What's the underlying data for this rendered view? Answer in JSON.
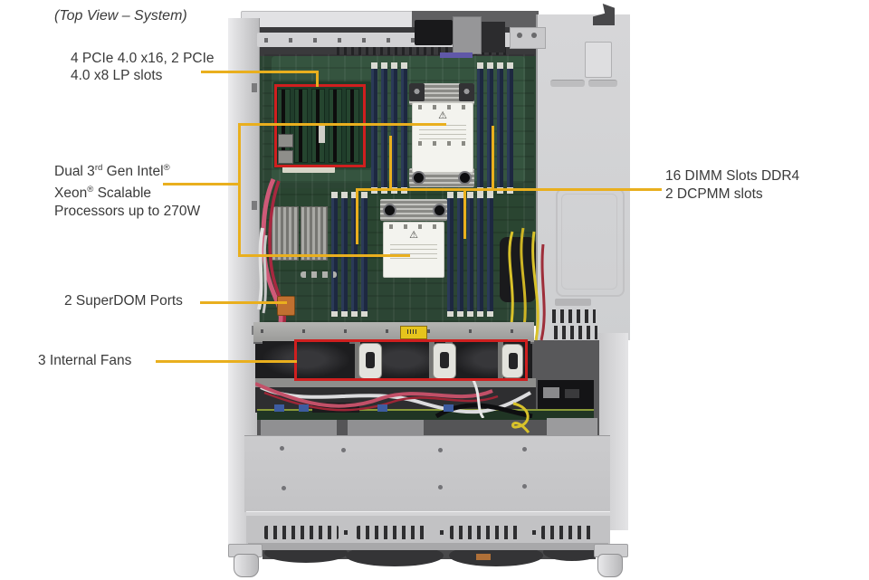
{
  "colors": {
    "page_bg": "#ffffff",
    "label_text": "#3a3a3a",
    "callout_line": "#E9AF1E",
    "callout_box": "#CF1F1F"
  },
  "icons": {
    "warning": "⚠"
  },
  "title": "(Top View – System)",
  "callouts": {
    "pcie": {
      "line1": "4 PCIe 4.0 x16, 2 PCIe",
      "line2": "4.0 x8 LP slots"
    },
    "cpu": {
      "l1a": "Dual 3",
      "l1sup1": "rd",
      "l1b": " Gen Intel",
      "l1sup2": "®",
      "l2a": "Xeon",
      "l2sup": "®",
      "l2b": " Scalable",
      "l3": "Processors up to 270W"
    },
    "dimm": {
      "line1": "16 DIMM Slots DDR4",
      "line2": "2 DCPMM slots"
    },
    "superdom": {
      "text": "2 SuperDOM Ports"
    },
    "fans": {
      "text": "3 Internal Fans"
    }
  }
}
